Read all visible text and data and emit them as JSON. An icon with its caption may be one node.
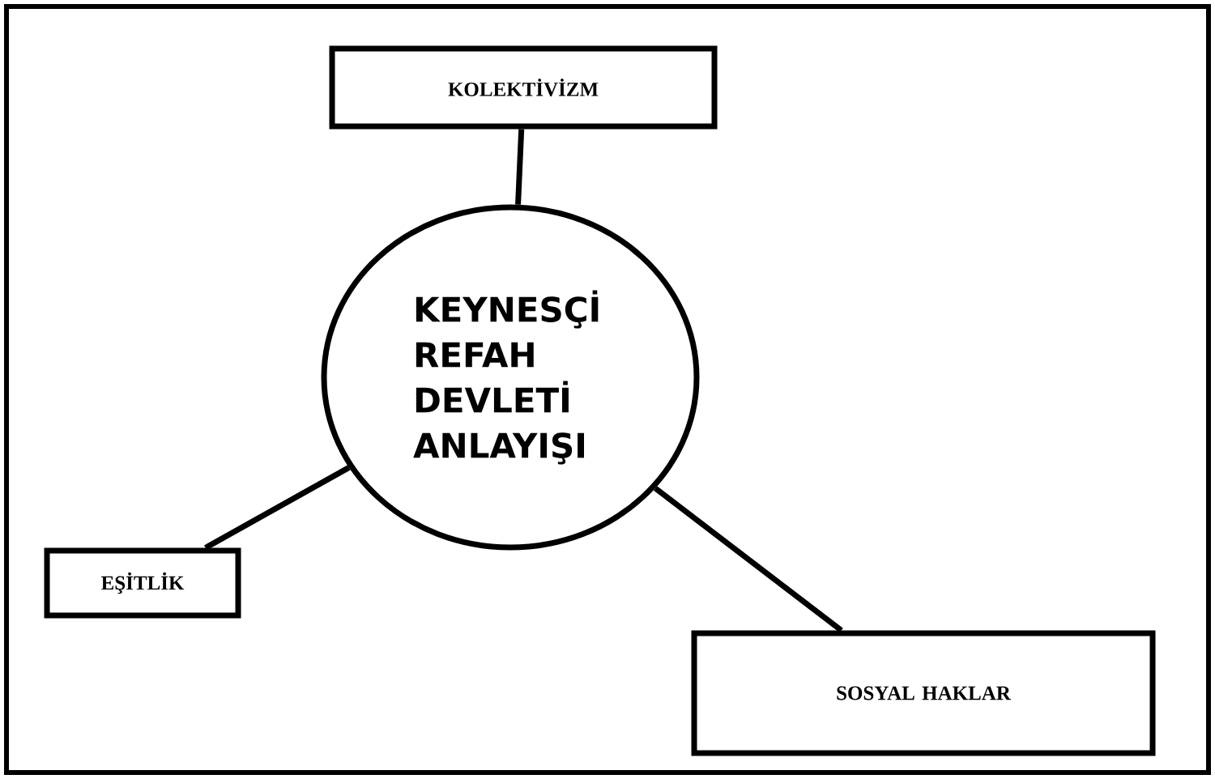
{
  "diagram": {
    "nodes": [
      {
        "text": [
          "KEYNESÇİ REFAH DEVLETİ ANLAYIŞI"
        ]
      },
      {
        "text": [
          "KOLEKTİVİZM"
        ]
      },
      {
        "text": [
          "EŞİTLİK"
        ]
      },
      {
        "text": [
          "SOSYAL HAKLAR"
        ]
      }
    ],
    "edges": [
      {
        "from": 0,
        "to": 1,
        "arrow": "none"
      },
      {
        "from": 0,
        "to": 2,
        "arrow": "none"
      },
      {
        "from": 0,
        "to": 3,
        "arrow": "none"
      }
    ]
  }
}
